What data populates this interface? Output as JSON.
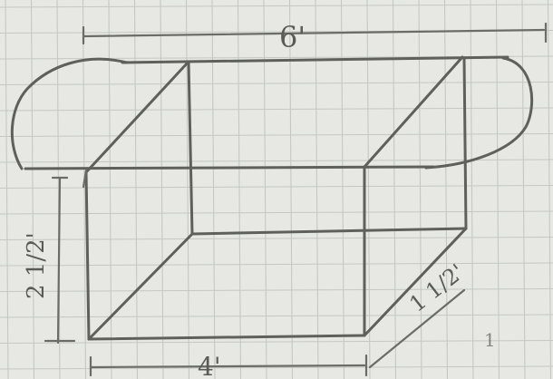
{
  "labels": {
    "top_length": "6'",
    "height": "2 1/2'",
    "bottom_length": "4'",
    "depth": "1 1/2'",
    "stray_mark": "1"
  }
}
